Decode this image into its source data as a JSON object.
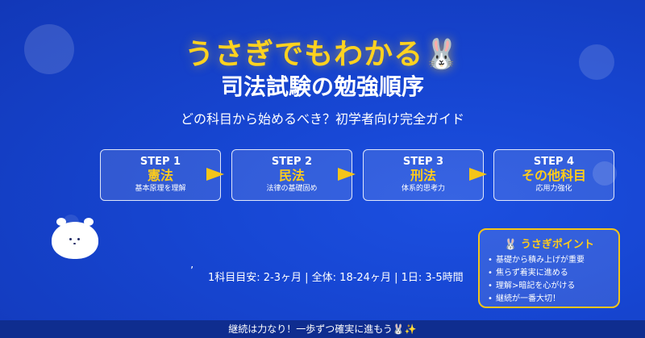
{
  "title_main": "うさぎでもわかる🐰",
  "title_sub": "司法試験の勉強順序",
  "tagline": "どの科目から始めるべき？初学者向け完全ガイド",
  "steps": [
    {
      "label": "STEP 1",
      "subject": "憲法",
      "desc": "基本原理を理解"
    },
    {
      "label": "STEP 2",
      "subject": "民法",
      "desc": "法律の基礎固め"
    },
    {
      "label": "STEP 3",
      "subject": "刑法",
      "desc": "体系的思考力"
    },
    {
      "label": "STEP 4",
      "subject": "その他科目",
      "desc": "応用力強化"
    }
  ],
  "tick_mark": "’",
  "summary": "1科目目安: 2-3ヶ月 | 全体: 18-24ヶ月 | 1日: 3-5時間",
  "tips": {
    "heading": "🐰 うさぎポイント",
    "items": [
      "基礎から積み上げが重要",
      "焦らず着実に進める",
      "理解>暗記を心がける",
      "継続が一番大切！"
    ]
  },
  "footer": "継続は力なり！一歩ずつ確実に進もう🐰✨",
  "colors": {
    "accent_yellow": "#f5c518",
    "background_blue": "#1747d4"
  }
}
